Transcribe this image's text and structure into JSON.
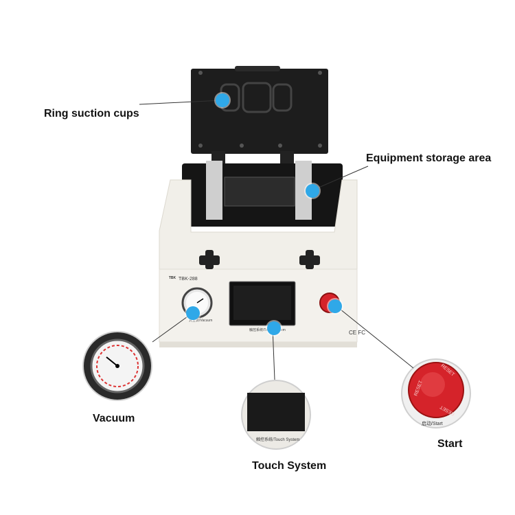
{
  "labels": {
    "ring_suction_cups": "Ring suction cups",
    "equipment_storage_area": "Equipment storage area",
    "vacuum": "Vacuum",
    "touch_system": "Touch System",
    "start": "Start"
  },
  "device": {
    "model": "TBK-288",
    "brand": "TBK",
    "certifications": "CE FC",
    "vacuum_gauge_caption": "真空表/Vacuum",
    "touch_caption": "触控系统/Touch System",
    "button_text": "RESET",
    "start_caption": "启动/Start"
  },
  "colors": {
    "marker": "#2fa8e8",
    "body": "#f1efe9",
    "dark": "#1a1a1a",
    "red_button": "#d5232a"
  },
  "icons": {
    "marker": "blue-dot-icon",
    "brand": "tbk-logo-icon"
  }
}
